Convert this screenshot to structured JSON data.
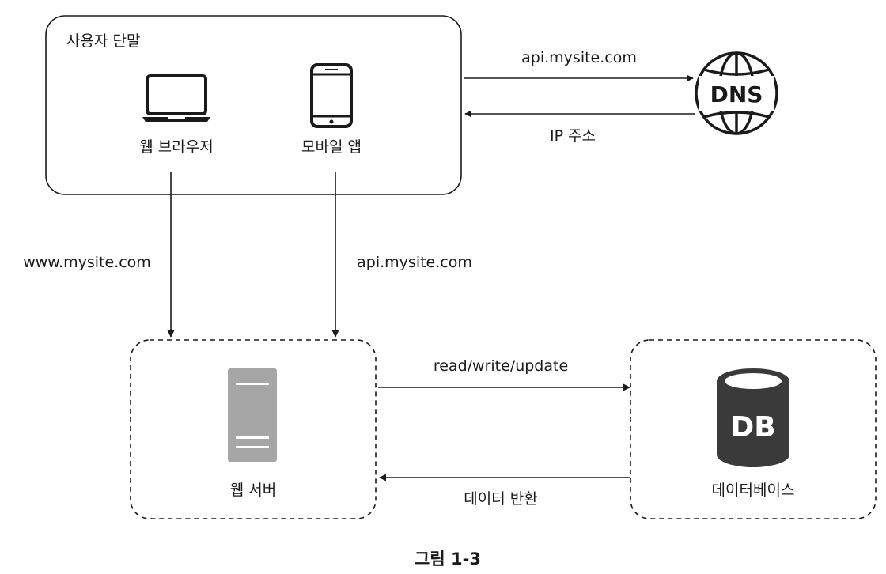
{
  "client_group": {
    "title": "사용자 단말",
    "web_browser_label": "웹 브라우저",
    "mobile_app_label": "모바일 앱"
  },
  "dns": {
    "label": "DNS",
    "request_label": "api.mysite.com",
    "response_label": "IP 주소"
  },
  "connections": {
    "browser_to_server": "www.mysite.com",
    "app_to_server": "api.mysite.com",
    "server_to_db": "read/write/update",
    "db_to_server": "데이터 반환"
  },
  "web_server": {
    "label": "웹 서버"
  },
  "database": {
    "icon_text": "DB",
    "label": "데이터베이스"
  },
  "caption": "그림 1-3",
  "colors": {
    "line": "#1a1a1a",
    "server_fill": "#a6a6a6",
    "db_fill": "#3a3a3a",
    "icon_outline": "#1a1a1a"
  }
}
